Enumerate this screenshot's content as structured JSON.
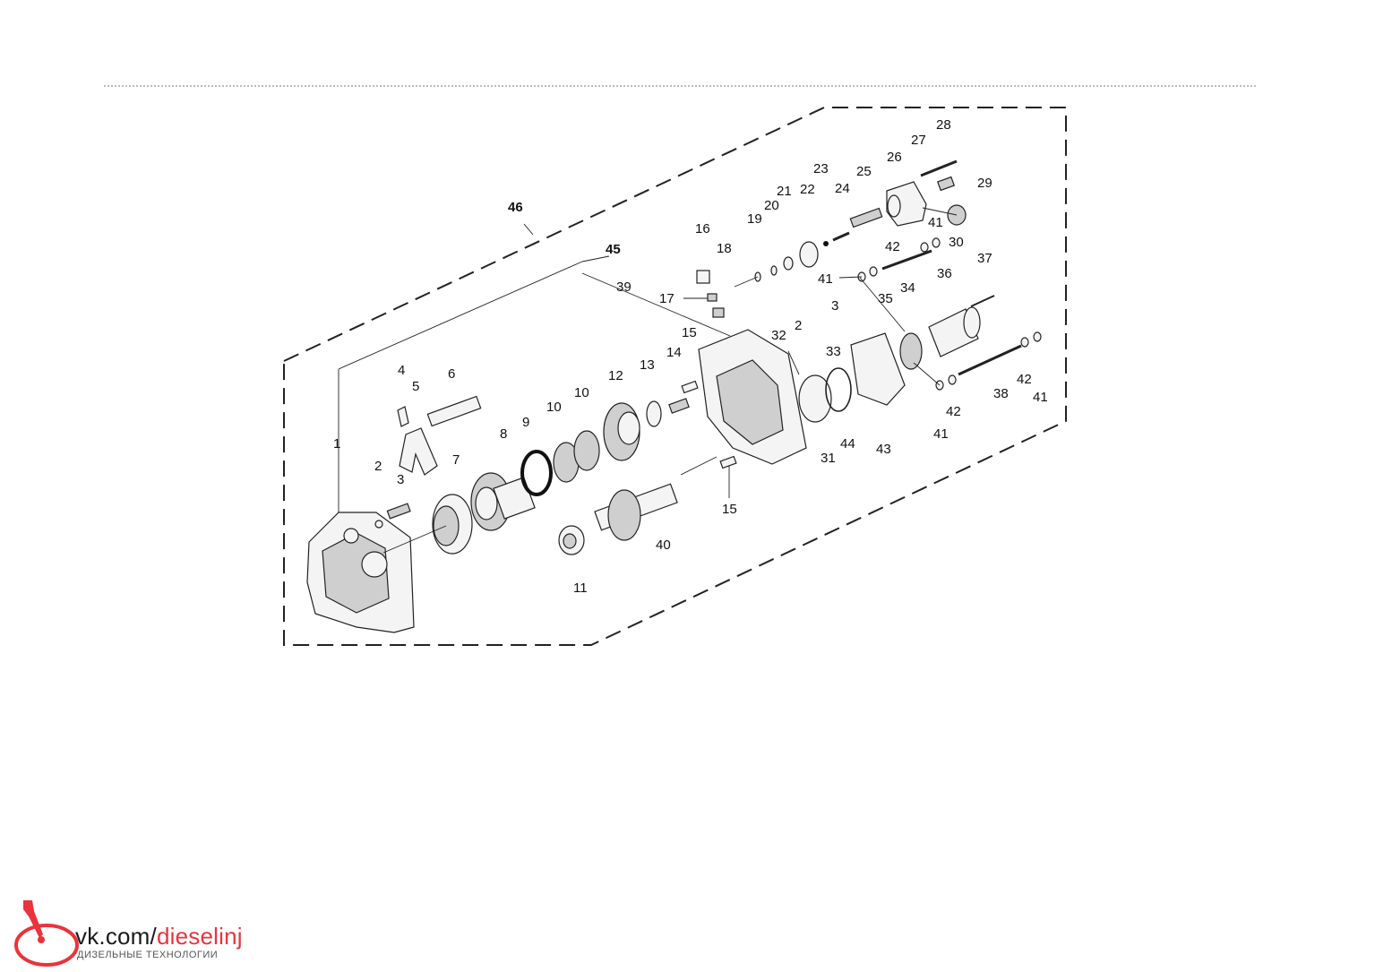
{
  "diagram": {
    "assembly_labels": [
      "46",
      "45"
    ],
    "callouts": [
      "1",
      "2",
      "3",
      "4",
      "5",
      "6",
      "7",
      "8",
      "9",
      "10",
      "10",
      "11",
      "12",
      "13",
      "14",
      "15",
      "15",
      "16",
      "17",
      "18",
      "19",
      "20",
      "21",
      "22",
      "23",
      "24",
      "25",
      "26",
      "27",
      "28",
      "29",
      "30",
      "31",
      "32",
      "33",
      "34",
      "35",
      "36",
      "37",
      "38",
      "39",
      "40",
      "41",
      "41",
      "41",
      "41",
      "42",
      "42",
      "42",
      "2",
      "3",
      "43",
      "44"
    ]
  },
  "brand": {
    "url_prefix": "vk.com/",
    "url_accent": "dieselinj",
    "subtitle": "ДИЗЕЛЬНЫЕ ТЕХНОЛОГИИ",
    "accent_color": "#e8343a"
  }
}
